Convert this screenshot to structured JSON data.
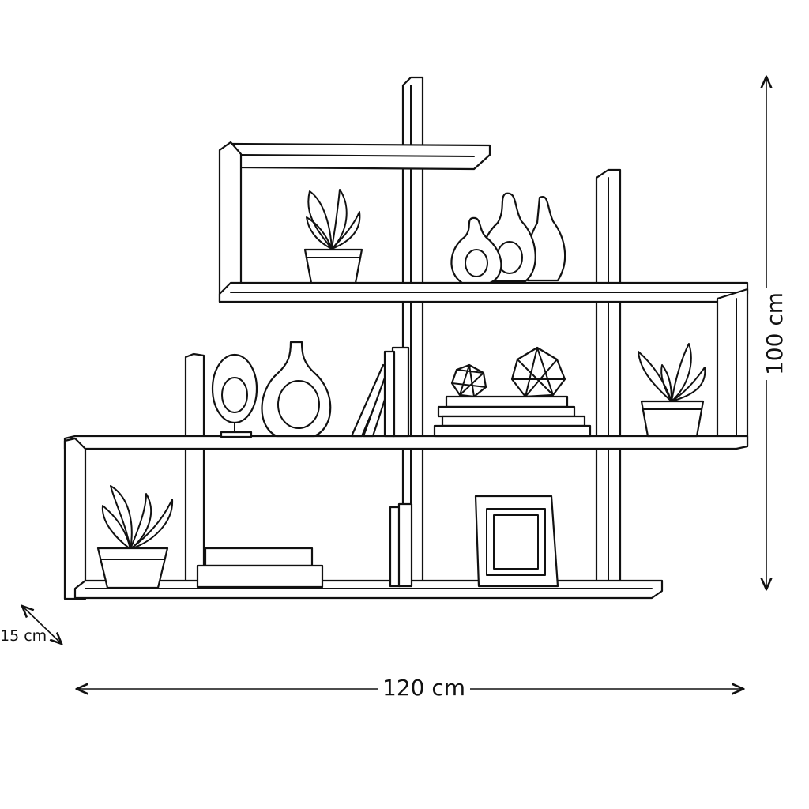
{
  "title": "Wall shelf dimensions",
  "dimensions": {
    "width": "120 cm",
    "height": "100 cm",
    "depth": "15 cm"
  },
  "colors": {
    "line": "#111111",
    "background": "#ffffff"
  }
}
